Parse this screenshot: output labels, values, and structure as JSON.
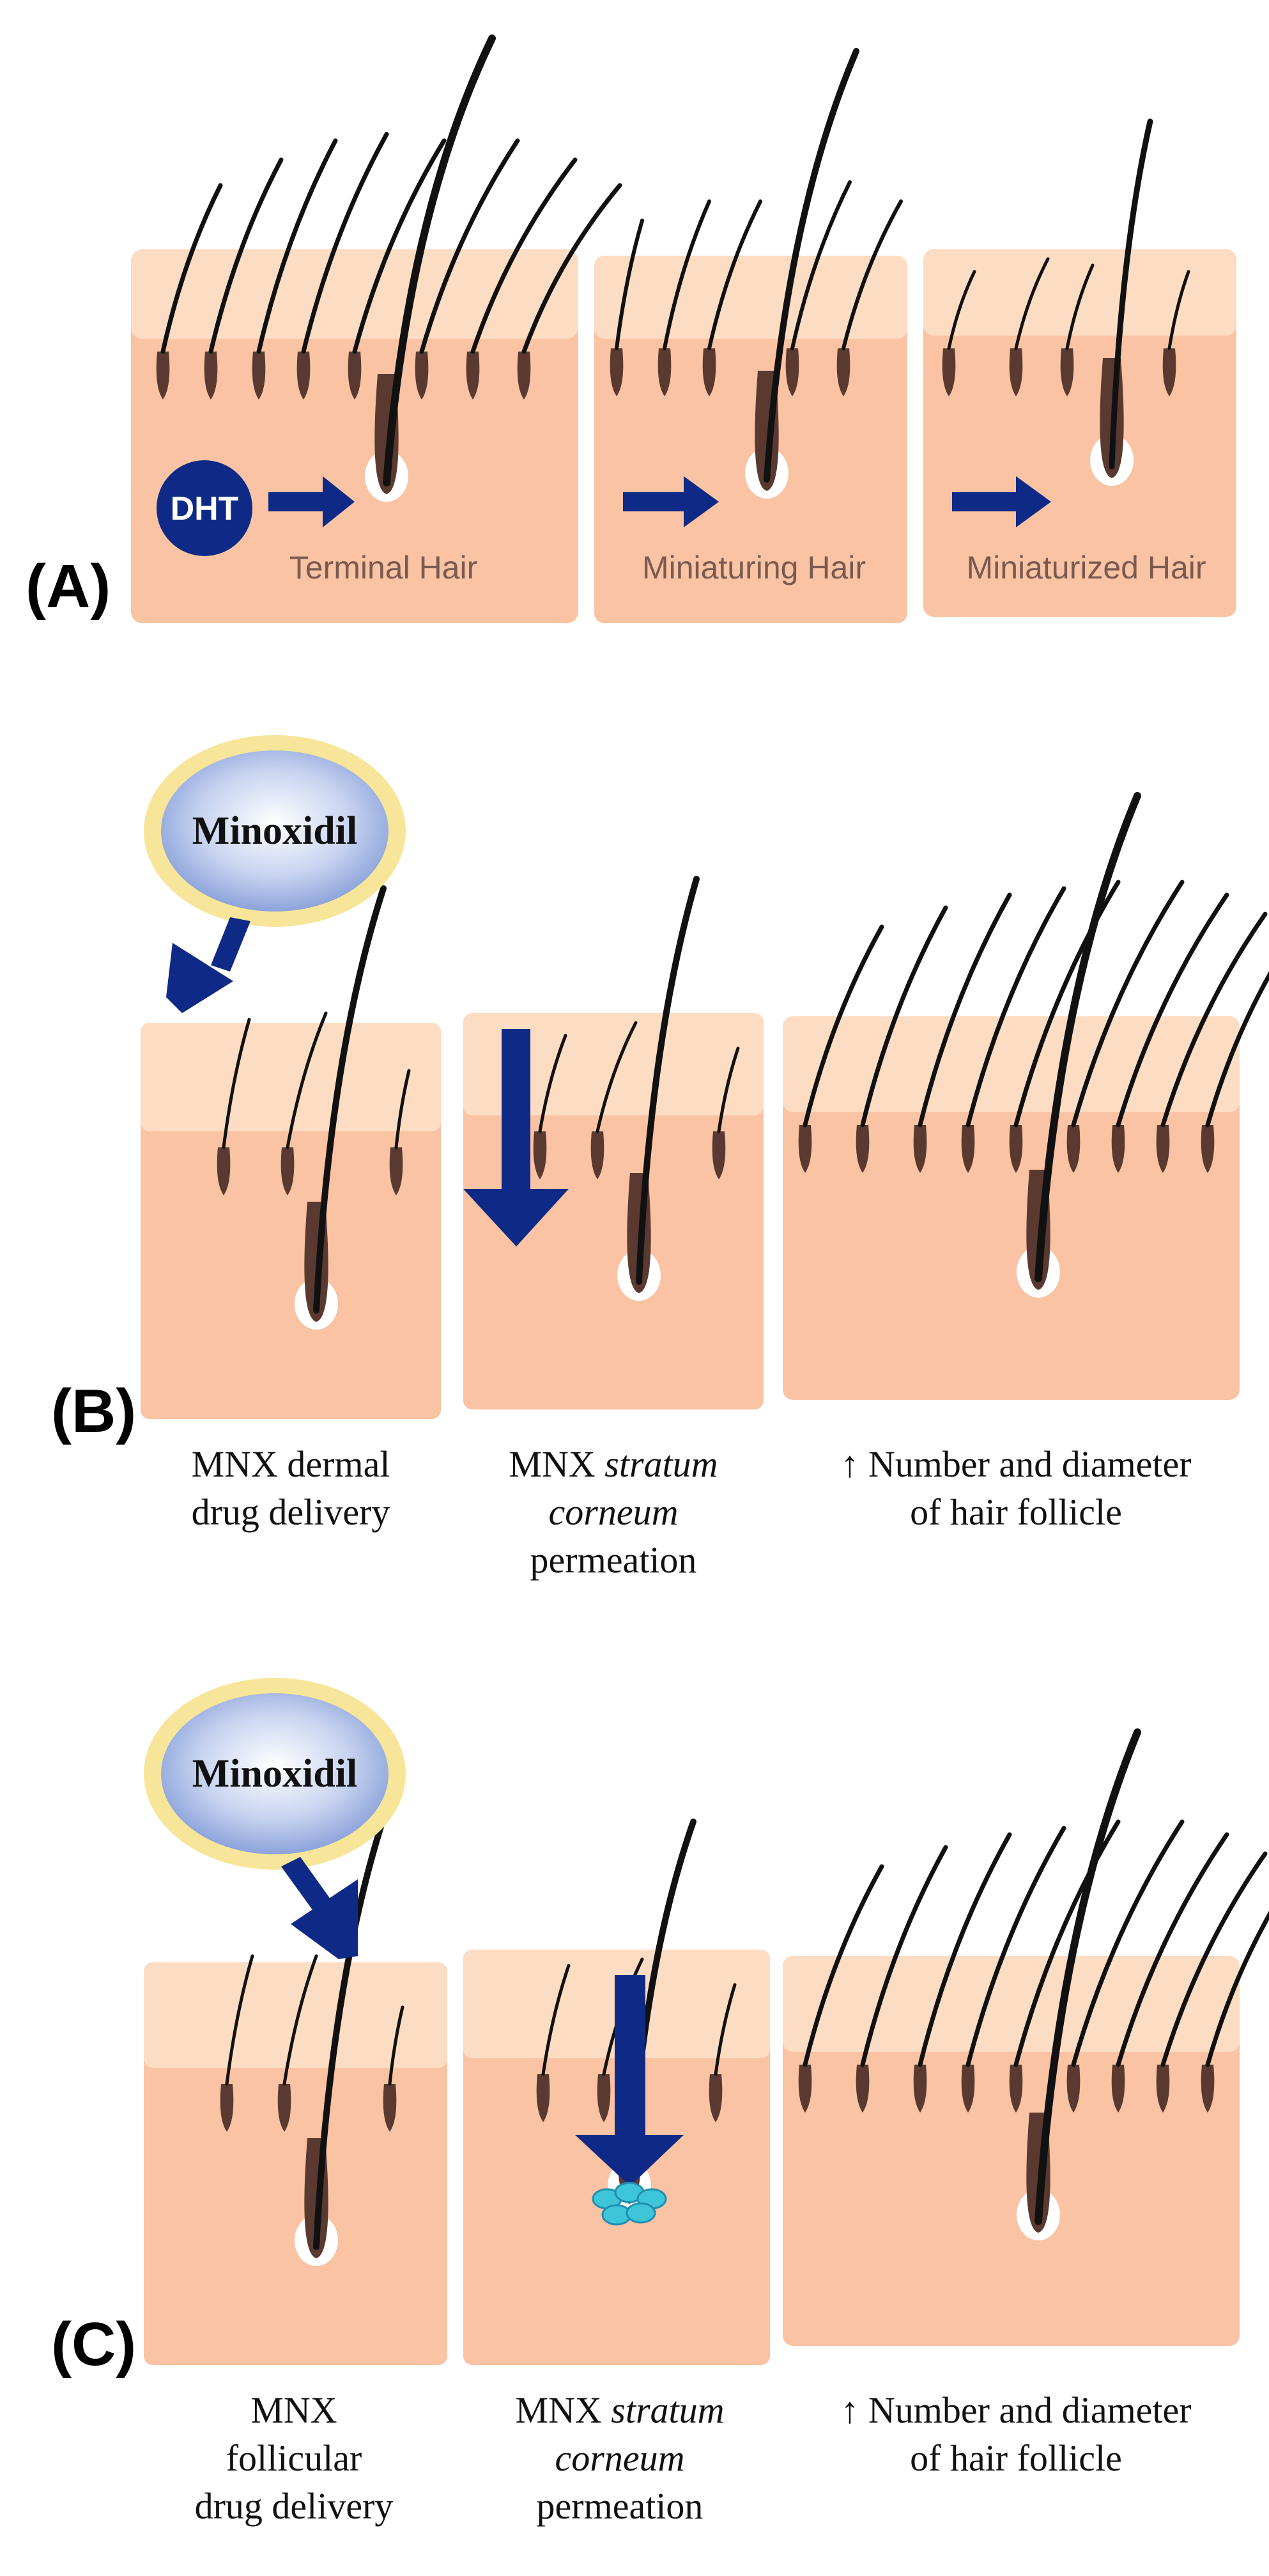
{
  "panel_a": {
    "letter": "(A)",
    "hormone": "DHT",
    "stages": [
      "Terminal Hair",
      "Miniaturing Hair",
      "Miniaturized Hair"
    ]
  },
  "panel_b": {
    "letter": "(B)",
    "drug": "Minoxidil",
    "captions": [
      {
        "line1": "MNX dermal",
        "line2": "drug delivery"
      },
      {
        "line1_plain": "MNX ",
        "line1_italic": "stratum",
        "line2_italic": "corneum",
        "line3": "permeation"
      },
      {
        "line1": "↑ Number and diameter",
        "line2": "of hair follicle"
      }
    ]
  },
  "panel_c": {
    "letter": "(C)",
    "drug": "Minoxidil",
    "captions": [
      {
        "line1": "MNX",
        "line2": "follicular",
        "line3": "drug delivery"
      },
      {
        "line1_plain": "MNX ",
        "line1_italic": "stratum",
        "line2_italic": "corneum",
        "line3": "permeation"
      },
      {
        "line1": "↑ Number and diameter",
        "line2": "of hair follicle"
      }
    ]
  },
  "colors": {
    "skin_epidermis": "#fcdcc2",
    "skin_dermis": "#f9c3a4",
    "follicle": "#5a3a30",
    "arrow": "#0f2a86",
    "drug_ellipse_fill": "#a9bde6",
    "drug_ellipse_border": "#f7e69a"
  }
}
